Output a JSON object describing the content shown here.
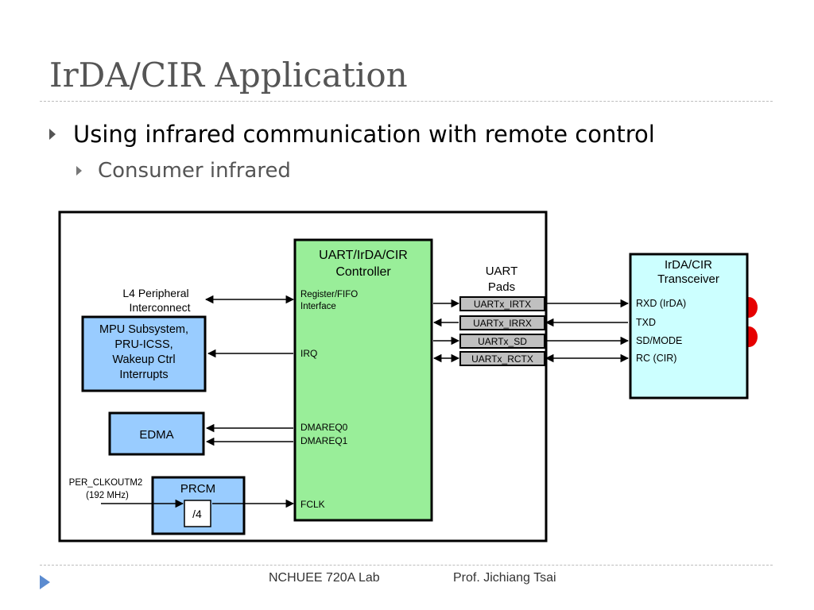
{
  "slide": {
    "title": "IrDA/CIR Application",
    "bullet1": "Using infrared communication with remote control",
    "bullet2": "Consumer infrared"
  },
  "diagram": {
    "l4": [
      "L4 Peripheral",
      "Interconnect"
    ],
    "mpu": [
      "MPU Subsystem,",
      "PRU-ICSS,",
      "Wakeup Ctrl",
      "Interrupts"
    ],
    "edma": "EDMA",
    "clk": [
      "PER_CLKOUTM2",
      "(192 MHz)"
    ],
    "prcm": "PRCM",
    "div": "/4",
    "controller": [
      "UART/IrDA/CIR",
      "Controller"
    ],
    "ports": {
      "reg": [
        "Register/FIFO",
        "Interface"
      ],
      "irq": "IRQ",
      "dma0": "DMAREQ0",
      "dma1": "DMAREQ1",
      "fclk": "FCLK"
    },
    "pads_title": [
      "UART",
      "Pads"
    ],
    "pads": [
      "UARTx_IRTX",
      "UARTx_IRRX",
      "UARTx_SD",
      "UARTx_RCTX"
    ],
    "transceiver": [
      "IrDA/CIR",
      "Transceiver"
    ],
    "tx_ports": [
      "RXD (IrDA)",
      "TXD",
      "SD/MODE",
      "RC (CIR)"
    ],
    "colors": {
      "controller": "#99ee99",
      "subsystem": "#99ccff",
      "transceiver": "#ccffff",
      "pad": "#c0c0c0",
      "led": "#e60000"
    }
  },
  "footer": {
    "lab": "NCHUEE 720A Lab",
    "prof": "Prof. Jichiang Tsai"
  }
}
